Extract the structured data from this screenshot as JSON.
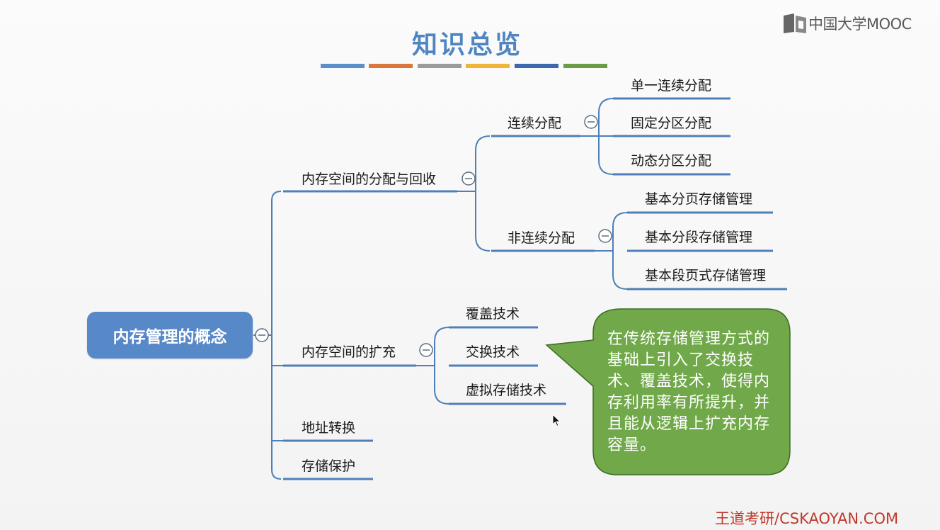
{
  "title": "知识总览",
  "title_bar_colors": [
    "#5b8fc8",
    "#d9773a",
    "#9b9b9b",
    "#efb53a",
    "#3c68ad",
    "#6b9b46"
  ],
  "logo": {
    "text": "中国大学MOOC",
    "icon": "mooc-book-icon"
  },
  "root": "内存管理的概念",
  "branches": {
    "alloc": "内存空间的分配与回收",
    "contiguous": "连续分配",
    "single": "单一连续分配",
    "fixed": "固定分区分配",
    "dynamic": "动态分区分配",
    "noncontiguous": "非连续分配",
    "paging": "基本分页存储管理",
    "segmentation": "基本分段存储管理",
    "segpaging": "基本段页式存储管理",
    "expand": "内存空间的扩充",
    "overlay": "覆盖技术",
    "swap": "交换技术",
    "virtual": "虚拟存储技术",
    "address": "地址转换",
    "protect": "存储保护"
  },
  "callout": "在传统存储管理方式的基础上引入了交换技术、覆盖技术，使得内存利用率有所提升，并且能从逻辑上扩充内存容量。",
  "footer": "王道考研/CSKAOYAN.COM",
  "colors": {
    "line": "#4f7fb8",
    "root_fill": "#5788c7",
    "callout_fill": "#70a84a",
    "callout_border": "#3e6a25",
    "footer": "#c0392b"
  }
}
